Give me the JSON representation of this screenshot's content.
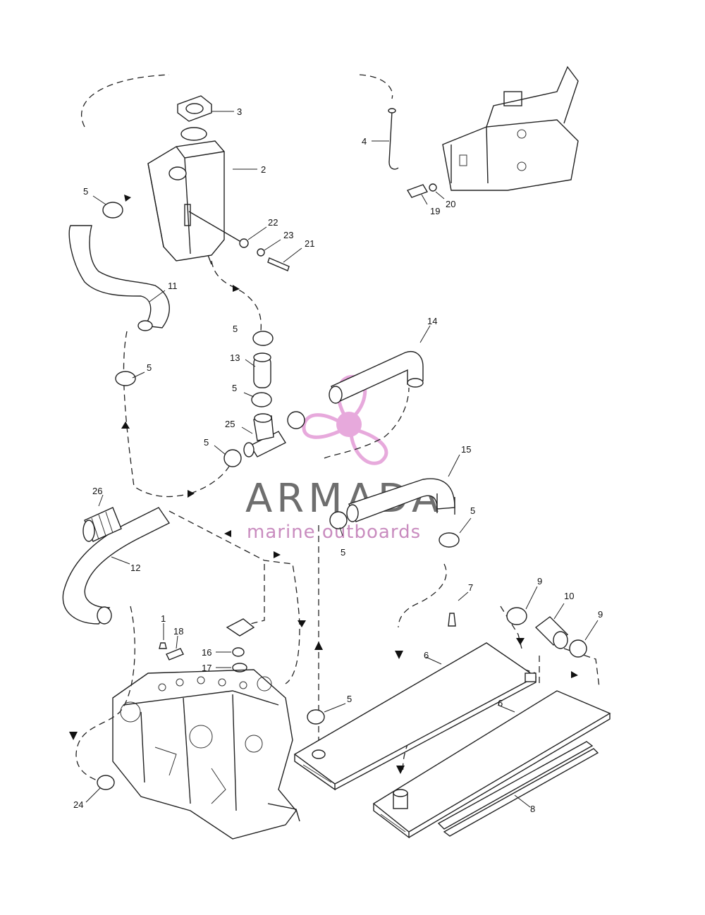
{
  "diagram": {
    "callouts": [
      {
        "id": "c3",
        "text": "3"
      },
      {
        "id": "c2",
        "text": "2"
      },
      {
        "id": "c4",
        "text": "4"
      },
      {
        "id": "c5a",
        "text": "5"
      },
      {
        "id": "c22",
        "text": "22"
      },
      {
        "id": "c23",
        "text": "23"
      },
      {
        "id": "c21",
        "text": "21"
      },
      {
        "id": "c19",
        "text": "19"
      },
      {
        "id": "c20",
        "text": "20"
      },
      {
        "id": "c11",
        "text": "11"
      },
      {
        "id": "c5b",
        "text": "5"
      },
      {
        "id": "c13",
        "text": "13"
      },
      {
        "id": "c14",
        "text": "14"
      },
      {
        "id": "c5c",
        "text": "5"
      },
      {
        "id": "c5d",
        "text": "5"
      },
      {
        "id": "c25",
        "text": "25"
      },
      {
        "id": "c5e",
        "text": "5"
      },
      {
        "id": "c15",
        "text": "15"
      },
      {
        "id": "c26",
        "text": "26"
      },
      {
        "id": "c5f",
        "text": "5"
      },
      {
        "id": "c5g",
        "text": "5"
      },
      {
        "id": "c12",
        "text": "12"
      },
      {
        "id": "c7",
        "text": "7"
      },
      {
        "id": "c9a",
        "text": "9"
      },
      {
        "id": "c10",
        "text": "10"
      },
      {
        "id": "c9b",
        "text": "9"
      },
      {
        "id": "c1",
        "text": "1"
      },
      {
        "id": "c18",
        "text": "18"
      },
      {
        "id": "c16",
        "text": "16"
      },
      {
        "id": "c17",
        "text": "17"
      },
      {
        "id": "c6a",
        "text": "6"
      },
      {
        "id": "c6b",
        "text": "6"
      },
      {
        "id": "c5h",
        "text": "5"
      },
      {
        "id": "c24",
        "text": "24"
      },
      {
        "id": "c8",
        "text": "8"
      }
    ]
  },
  "watermark": {
    "brand": "ARMADA",
    "tagline": "marine outboards",
    "color_text": "#6e6e6e",
    "color_accent": "#d98cc8",
    "icon": "propeller-icon"
  }
}
